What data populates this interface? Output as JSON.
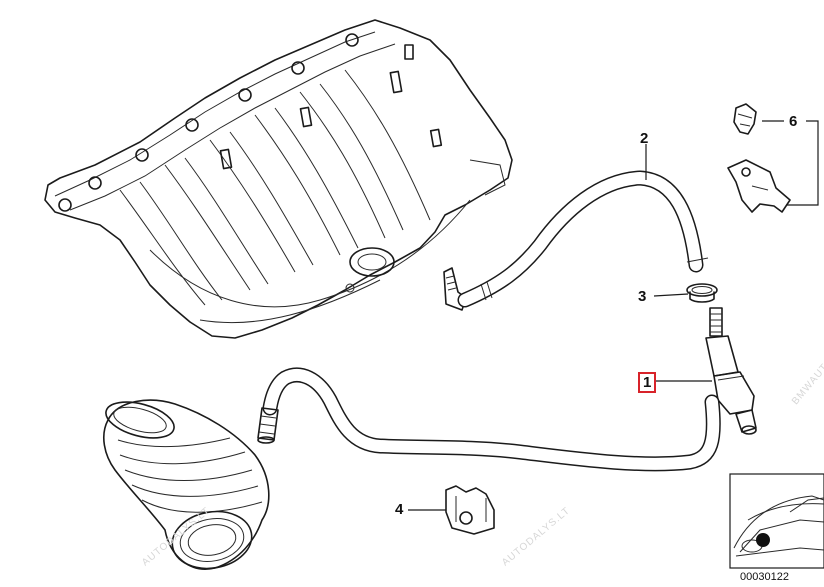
{
  "callouts": {
    "part1": "1",
    "part2": "2",
    "part3": "3",
    "part4": "4",
    "part6": "6"
  },
  "reference_code": "00030122",
  "watermarks": {
    "bottom_left": "AUTODALYS.LT",
    "bottom_center": "AUTODALYS.LT",
    "right_edge": "BMWAUT"
  },
  "colors": {
    "highlight_box": "#d8232a",
    "line": "#1b1b1b",
    "watermark": "#d7d7d7"
  }
}
